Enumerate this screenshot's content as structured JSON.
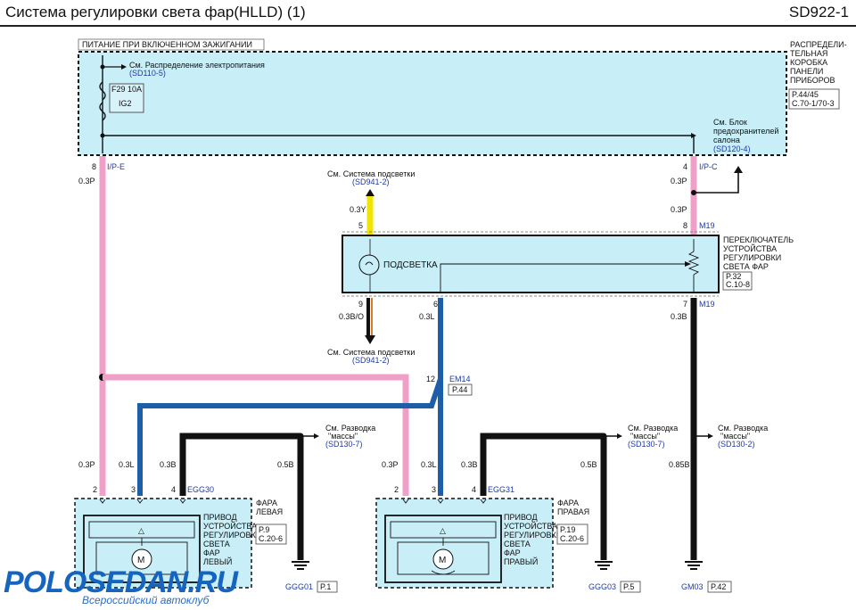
{
  "header": {
    "title": "Система регулировки света фар(HLLD) (1)",
    "code": "SD922-1"
  },
  "top_label": "ПИТАНИЕ ПРИ ВКЛЮЧЕННОМ ЗАЖИГАНИИ",
  "junction_box": {
    "name_lines": [
      "РАСПРЕДЕЛИ-",
      "ТЕЛЬНАЯ",
      "КОРОБКА",
      "ПАНЕЛИ",
      "ПРИБОРОВ"
    ],
    "ref_lines": [
      "P.44/45",
      "C.70-1/70-3"
    ],
    "ref_power": "См. Распределение электропитания",
    "ref_power_code": "(SD110-5)",
    "fuse_label": "F29 10A",
    "fuse_name": "IG2",
    "ref_fuse_block_lines": [
      "См. Блок",
      "предохранителей",
      "салона"
    ],
    "ref_fuse_block_code": "(SD120-4)"
  },
  "wires": {
    "left_pin": "8",
    "left_conn": "I/P-E",
    "left_wire": "0.3P",
    "right_pin": "4",
    "right_conn": "I/P-C",
    "right_wire1": "0.3P",
    "right_wire2": "0.3P",
    "backlight_ref": "См. Система подсветки",
    "backlight_ref_code": "(SD941-2)",
    "yellow_wire": "0.3Y",
    "pin5": "5",
    "pin8": "8",
    "m19_top": "M19",
    "pin9": "9",
    "pin6": "6",
    "pin7": "7",
    "m19_bot": "M19",
    "wire_bo": "0.3B/O",
    "wire_l": "0.3L",
    "wire_b": "0.3B",
    "backlight_ref2": "См. Система подсветки",
    "backlight_ref2_code": "(SD941-2)",
    "em14_pin": "12",
    "em14": "EM14",
    "em14_page": "P.44"
  },
  "switch": {
    "backlight_label": "ПОДСВЕТКА",
    "name_lines": [
      "ПЕРЕКЛЮЧАТЕЛЬ",
      "УСТРОЙСТВА",
      "РЕГУЛИРОВКИ",
      "СВЕТА ФАР"
    ],
    "ref_lines": [
      "P.32",
      "C.10-8"
    ]
  },
  "ground_refs": {
    "ref_text_lines": [
      "См. Разводка",
      "\"массы\""
    ],
    "left_code": "(SD130-7)",
    "mid_code": "(SD130-7)",
    "right_code": "(SD130-2)"
  },
  "left_lamp": {
    "w_p": "0.3P",
    "w_l": "0.3L",
    "w_b": "0.3B",
    "w_gnd": "0.5B",
    "pins": [
      "2",
      "3",
      "4"
    ],
    "conn": "EGG30",
    "name_lines": [
      "ФАРА",
      "ЛЕВАЯ"
    ],
    "actuator_lines": [
      "ПРИВОД",
      "УСТРОЙСТВА",
      "РЕГУЛИРОВКИ",
      "СВЕТА",
      "ФАР",
      "ЛЕВЫЙ"
    ],
    "ref_lines": [
      "P.9",
      "C.20-6"
    ],
    "motor": "M",
    "ground": "GGG01",
    "ground_page": "P.1"
  },
  "right_lamp": {
    "w_p": "0.3P",
    "w_l": "0.3L",
    "w_b": "0.3B",
    "w_gnd": "0.5B",
    "pins": [
      "2",
      "3",
      "4"
    ],
    "conn": "EGG31",
    "name_lines": [
      "ФАРА",
      "ПРАВАЯ"
    ],
    "actuator_lines": [
      "ПРИВОД",
      "УСТРОЙСТВА",
      "РЕГУЛИРОВКИ",
      "СВЕТА",
      "ФАР",
      "ПРАВЫЙ"
    ],
    "ref_lines": [
      "P.19",
      "C.20-6"
    ],
    "motor": "M",
    "ground": "GGG03",
    "ground_page": "P.5"
  },
  "m19_ground": {
    "wire": "0.85B",
    "ground": "GM03",
    "ground_page": "P.42"
  },
  "watermark": {
    "text": "POLOSEDAN.RU",
    "sub": "Всероссийский автоклуб"
  },
  "colors": {
    "pink": "#f0a0c8",
    "blue": "#1c5fa8",
    "black": "#111111",
    "yellow": "#f2e400",
    "panel": "#c8eef8"
  }
}
